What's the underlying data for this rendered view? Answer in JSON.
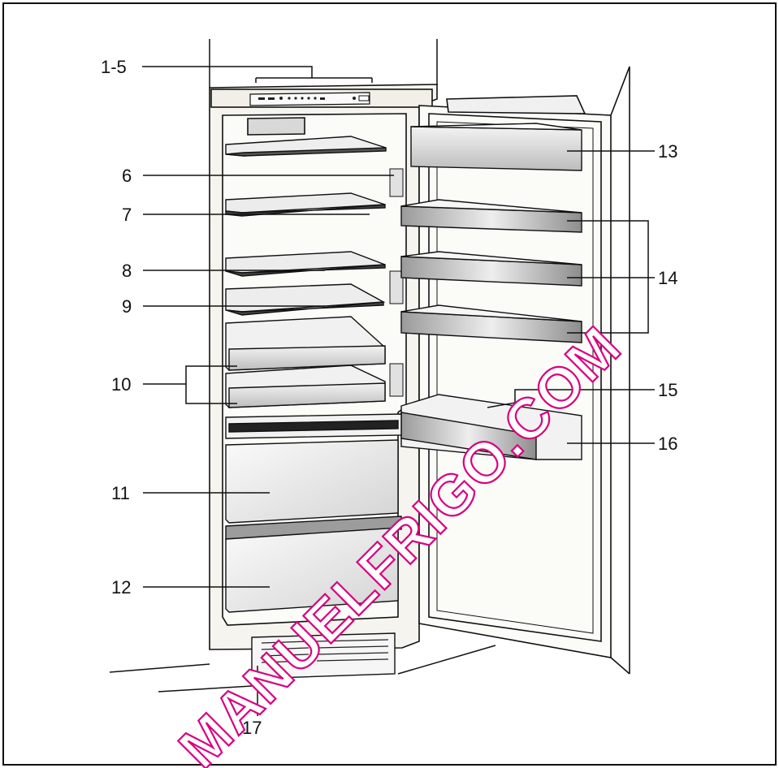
{
  "figure": {
    "callouts": {
      "c1_5": "1-5",
      "c6": "6",
      "c7": "7",
      "c8": "8",
      "c9": "9",
      "c10": "10",
      "c11": "11",
      "c12": "12",
      "c13": "13",
      "c14": "14",
      "c15": "15",
      "c16": "16",
      "c17": "17"
    },
    "watermark": "MANUELFRIGO.COM",
    "colors": {
      "outline": "#111111",
      "watermark_stroke": "#d8007f",
      "bin": "#e9e9e9",
      "bin_front": "#cfcfcf"
    }
  }
}
